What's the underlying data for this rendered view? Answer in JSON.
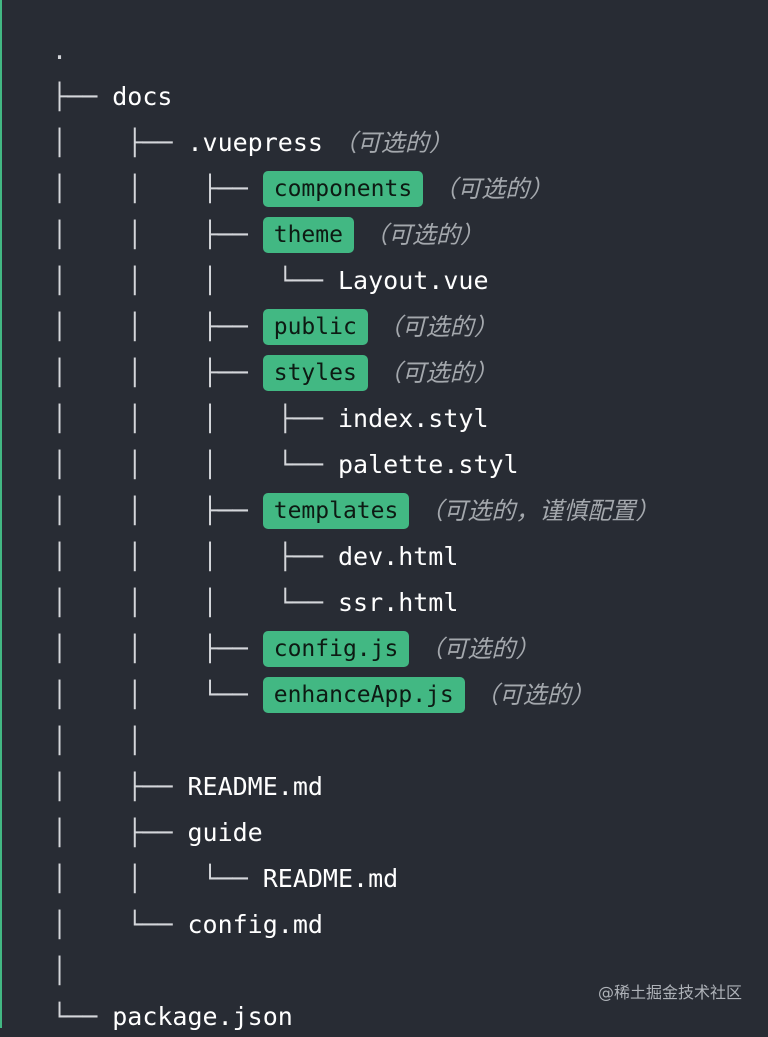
{
  "root_marker": ".",
  "tree": [
    {
      "prefix": "├── ",
      "name": "docs"
    },
    {
      "prefix": "│    ├── ",
      "name": ".vuepress",
      "note": "（可选的）"
    },
    {
      "prefix": "│    │    ├── ",
      "name": "components",
      "highlight": true,
      "note": "（可选的）"
    },
    {
      "prefix": "│    │    ├── ",
      "name": "theme",
      "highlight": true,
      "note": "（可选的）"
    },
    {
      "prefix": "│    │    │    └── ",
      "name": "Layout.vue"
    },
    {
      "prefix": "│    │    ├── ",
      "name": "public",
      "highlight": true,
      "note": "（可选的）"
    },
    {
      "prefix": "│    │    ├── ",
      "name": "styles",
      "highlight": true,
      "note": "（可选的）"
    },
    {
      "prefix": "│    │    │    ├── ",
      "name": "index.styl"
    },
    {
      "prefix": "│    │    │    └── ",
      "name": "palette.styl"
    },
    {
      "prefix": "│    │    ├── ",
      "name": "templates",
      "highlight": true,
      "note": "（可选的，谨慎配置）"
    },
    {
      "prefix": "│    │    │    ├── ",
      "name": "dev.html"
    },
    {
      "prefix": "│    │    │    └── ",
      "name": "ssr.html"
    },
    {
      "prefix": "│    │    ├── ",
      "name": "config.js",
      "highlight": true,
      "note": "（可选的）"
    },
    {
      "prefix": "│    │    └── ",
      "name": "enhanceApp.js",
      "highlight": true,
      "note": "（可选的）"
    },
    {
      "prefix": "│    │",
      "name": ""
    },
    {
      "prefix": "│    ├── ",
      "name": "README.md"
    },
    {
      "prefix": "│    ├── ",
      "name": "guide"
    },
    {
      "prefix": "│    │    └── ",
      "name": "README.md"
    },
    {
      "prefix": "│    └── ",
      "name": "config.md"
    },
    {
      "prefix": "│",
      "name": ""
    },
    {
      "prefix": "└── ",
      "name": "package.json"
    }
  ],
  "watermark": "@稀土掘金技术社区"
}
